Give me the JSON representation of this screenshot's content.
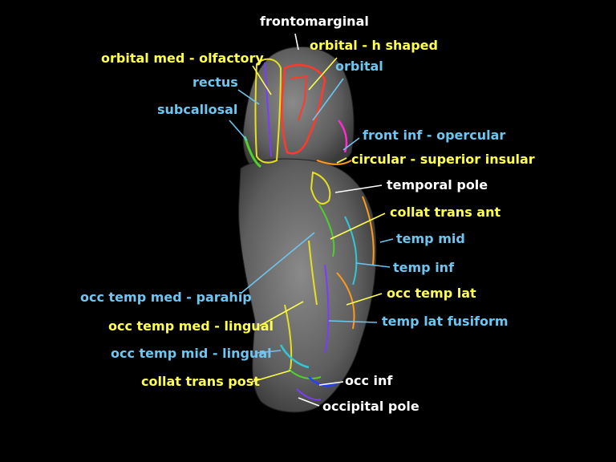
{
  "colors": {
    "background": "#000000",
    "white_label": "#ffffff",
    "yellow_label": "#ffff4d",
    "blue_label": "#6ec6f0",
    "cortex_gray": "#6e6e6e",
    "region_red": "#ff3a2a",
    "region_orange": "#ff9a1a",
    "region_yellow": "#e6e020",
    "region_green": "#4fd02a",
    "region_cyan": "#30c8d8",
    "region_purple": "#7a3cff",
    "region_magenta": "#ff2bd0",
    "region_blue": "#2a3cff"
  },
  "labels": {
    "frontomarginal": "frontomarginal",
    "orbital_h_shaped": "orbital - h shaped",
    "orbital_med_olfactory": "orbital med - olfactory",
    "orbital": "orbital",
    "rectus": "rectus",
    "subcallosal": "subcallosal",
    "front_inf_opercular": "front inf - opercular",
    "circular_superior_insular": "circular - superior insular",
    "temporal_pole": "temporal pole",
    "collat_trans_ant": "collat trans ant",
    "temp_mid": "temp mid",
    "temp_inf": "temp inf",
    "occ_temp_med_parahip": "occ temp med - parahip",
    "occ_temp_lat": "occ temp lat",
    "occ_temp_med_lingual": "occ temp med - lingual",
    "temp_lat_fusiform": "temp lat fusiform",
    "occ_temp_mid_lingual": "occ temp mid - lingual",
    "occ_inf": "occ inf",
    "collat_trans_post": "collat trans post",
    "occipital_pole": "occipital pole"
  }
}
